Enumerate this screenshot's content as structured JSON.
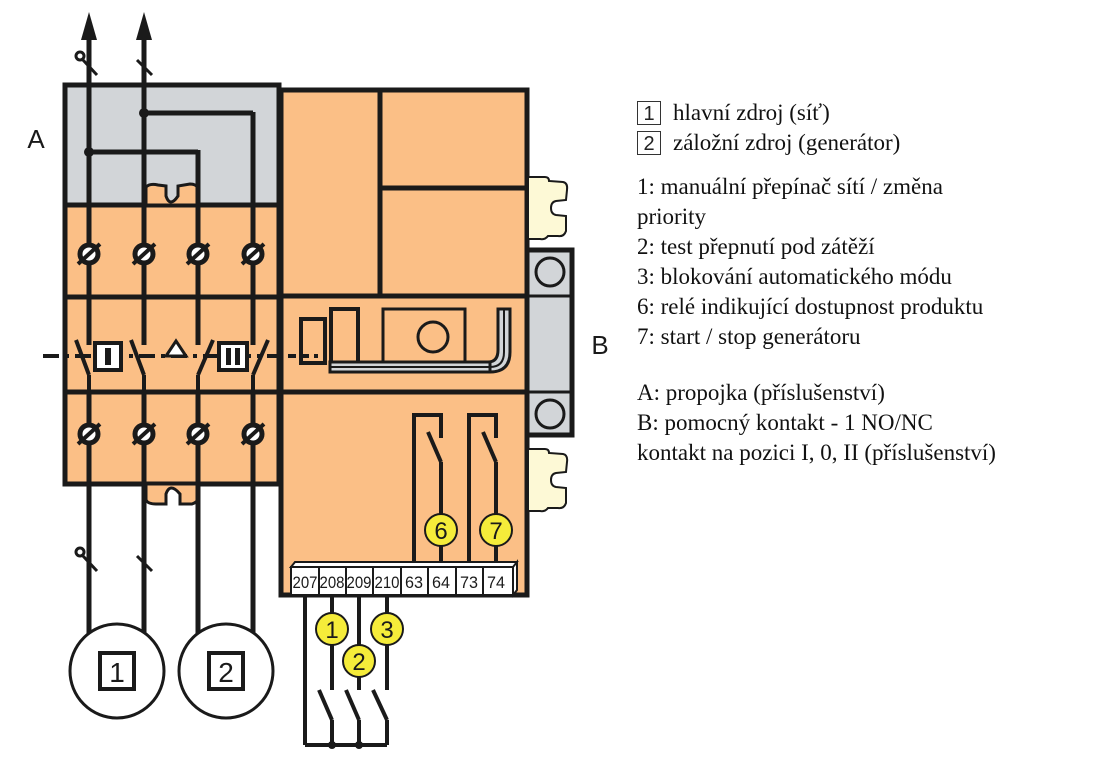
{
  "diagram": {
    "label_a": "A",
    "label_b": "B",
    "switch_position_i": "I",
    "switch_position_ii": "II",
    "source_1": "1",
    "source_2": "2",
    "terminals": [
      "207",
      "208",
      "209",
      "210",
      "63",
      "64",
      "73",
      "74"
    ],
    "callouts": [
      "1",
      "2",
      "3",
      "6",
      "7"
    ],
    "colors": {
      "housing": "#fbbf86",
      "accessory_grey": "#d2d5d8",
      "clip": "#fdf9d6",
      "callout_yellow": "#f5ec3a",
      "line": "#1a1a1a"
    }
  },
  "legend": {
    "sources": [
      {
        "badge": "1",
        "text": "hlavní zdroj (síť)"
      },
      {
        "badge": "2",
        "text": "záložní zdroj (generátor)"
      }
    ],
    "items": [
      "1: manuální přepínač sítí / změna",
      "priority",
      "2: test přepnutí pod zátěží",
      "3: blokování automatického módu",
      "6: relé indikující dostupnost produktu",
      "7: start / stop generátoru"
    ],
    "accessories": [
      "A: propojka (příslušenství)",
      "B: pomocný kontakt - 1 NO/NC",
      "kontakt na pozici I, 0, II (příslušenství)"
    ]
  }
}
